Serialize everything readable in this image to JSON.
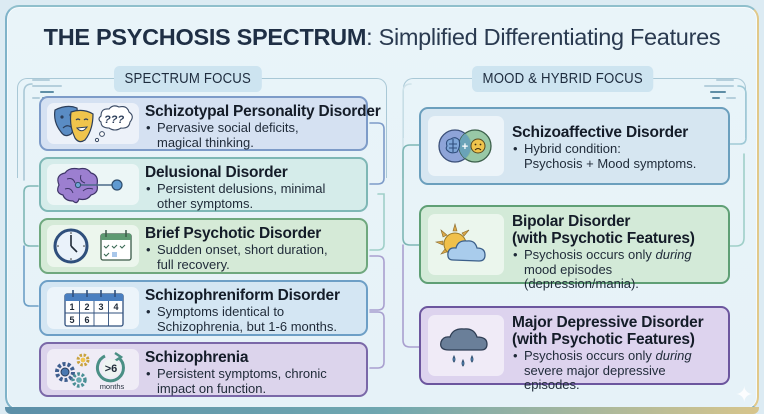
{
  "title": {
    "bold": "THE PSYCHOSIS SPECTRUM",
    "rest": ": Simplified Differentiating Features"
  },
  "sections": {
    "left": {
      "label": "SPECTRUM FOCUS",
      "cards": [
        {
          "title": "Schizotypal Personality Disorder",
          "bullet": "Pervasive social deficits, magical thinking.",
          "icons": [
            "theater-masks-icon",
            "thought-bubble-question-icon"
          ],
          "icon_text": "???"
        },
        {
          "title": "Delusional Disorder",
          "bullet": "Persistent delusions, minimal other symptoms.",
          "icons": [
            "brain-node-icon"
          ]
        },
        {
          "title": "Brief Psychotic Disorder",
          "bullet": "Sudden onset, short duration, full recovery.",
          "icons": [
            "clock-icon",
            "checklist-calendar-icon"
          ]
        },
        {
          "title": "Schizophreniform Disorder",
          "bullet": "Symptoms identical to Schizophrenia, but 1-6 months.",
          "icons": [
            "calendar-months-icon"
          ],
          "calendar_cells": [
            "1",
            "2",
            "3",
            "4",
            "5",
            "6"
          ]
        },
        {
          "title": "Schizophrenia",
          "bullet": "Persistent symptoms, chronic impact on function.",
          "icons": [
            "gears-icon",
            "cycle-arrow-icon"
          ],
          "cycle_label": ">6",
          "cycle_caption": "months"
        }
      ]
    },
    "right": {
      "label": "MOOD & HYBRID FOCUS",
      "cards": [
        {
          "title": "Schizoaffective Disorder",
          "bullet_line1": "Hybrid condition:",
          "bullet_line2": "Psychosis + Mood symptoms.",
          "icons": [
            "brain-mood-venn-icon"
          ],
          "venn_symbol": "+"
        },
        {
          "title_line1": "Bipolar Disorder",
          "title_line2": "(with Psychotic Features)",
          "bullet_pre": "Psychosis occurs only ",
          "bullet_em": "during",
          "bullet_post": " mood episodes (depression/mania).",
          "icons": [
            "sun-cloud-icon"
          ]
        },
        {
          "title_line1": "Major Depressive Disorder",
          "title_line2": "(with Psychotic Features)",
          "bullet_pre": "Psychosis occurs only ",
          "bullet_em": "during",
          "bullet_post": " severe major depressive episodes.",
          "icons": [
            "rain-cloud-icon"
          ]
        }
      ]
    }
  },
  "colors": {
    "blue": "#7d9bc8",
    "teal": "#7eb7b5",
    "green": "#6fa87e",
    "sky": "#6d9fc6",
    "purple": "#7a68a8"
  }
}
